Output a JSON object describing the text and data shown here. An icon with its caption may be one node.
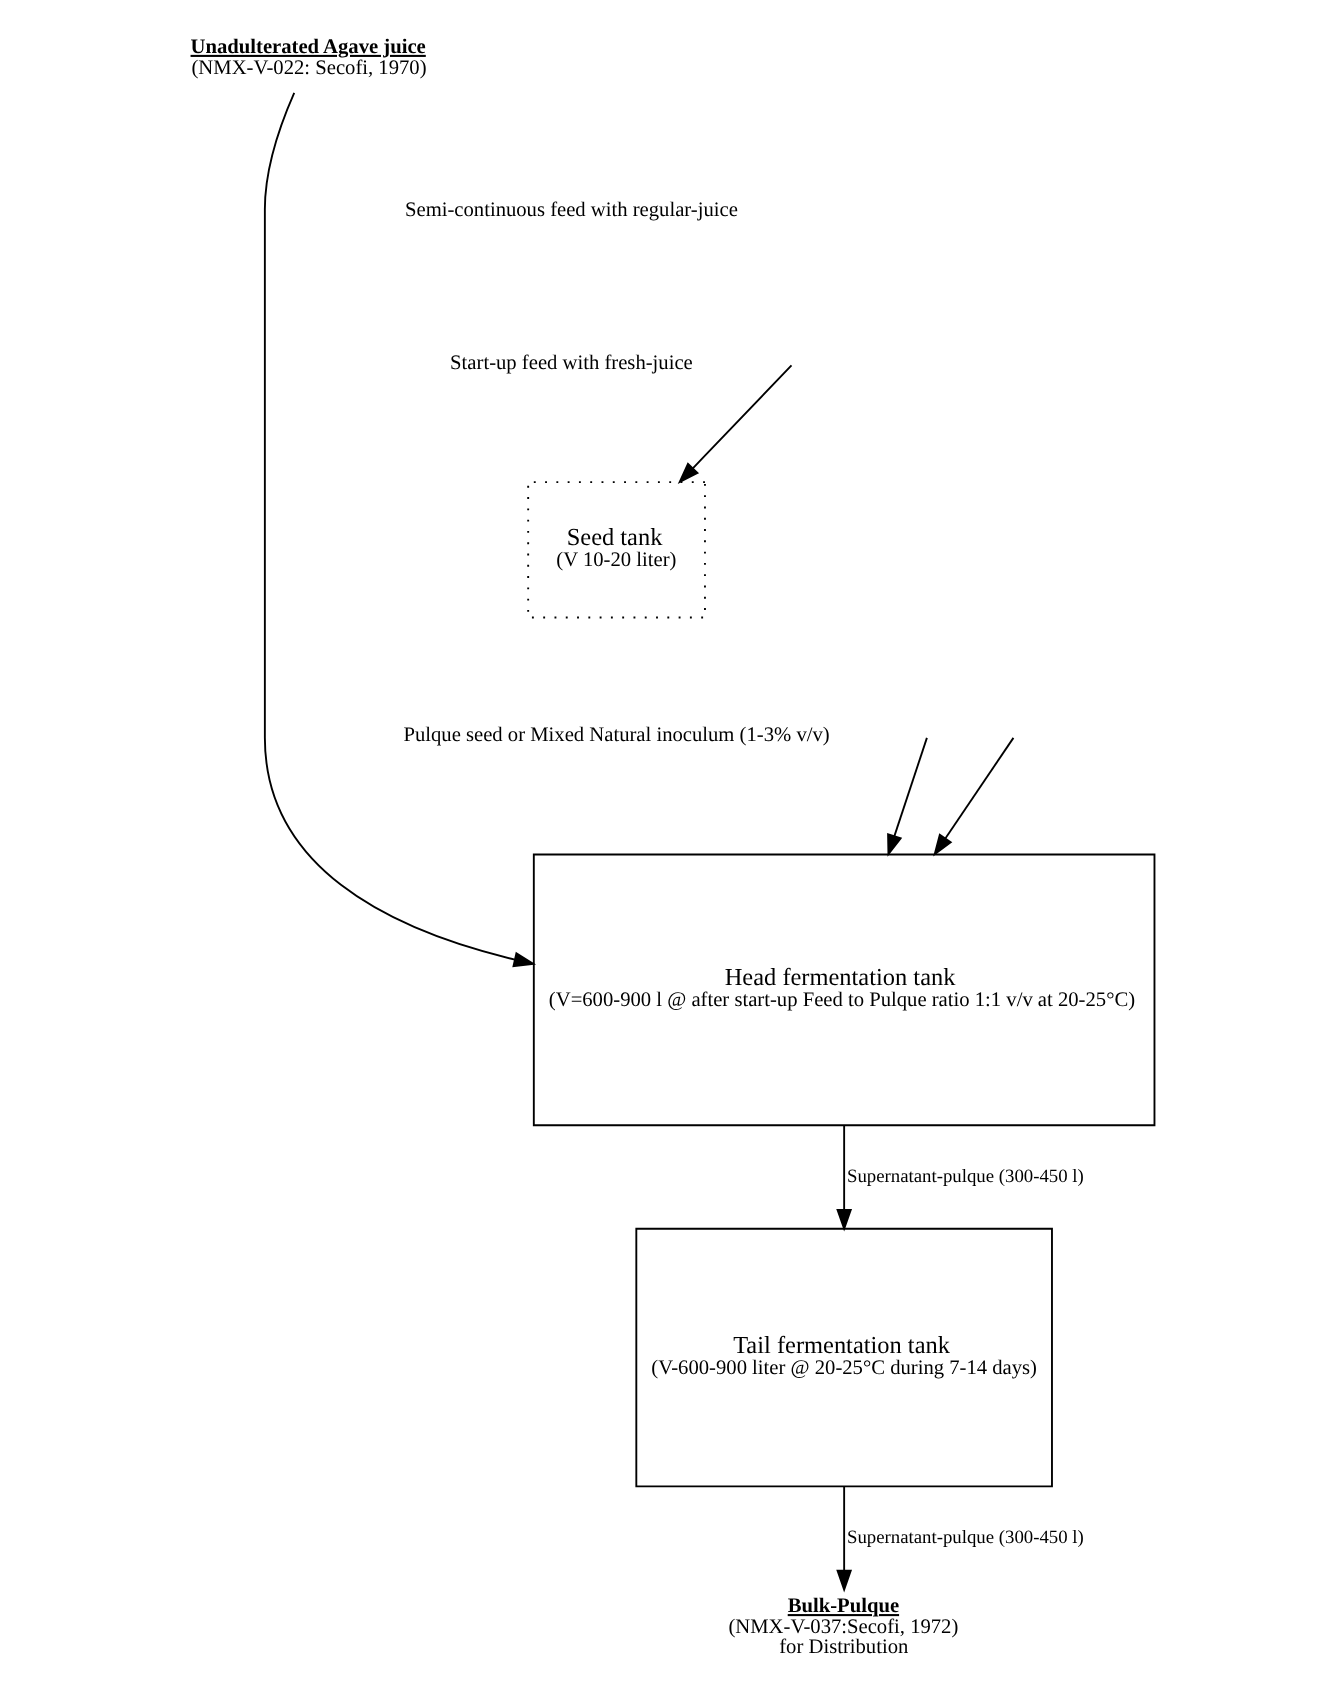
{
  "diagram": {
    "nodes": [
      {
        "text": [
          "Unadulterated Agave juice",
          "(NMX-V-022: Secofi, 1970)"
        ]
      },
      {
        "text": [
          "Seed tank",
          "(V 10-20 liter)"
        ]
      },
      {
        "text": [
          "Head fermentation tank",
          "(V=600-900 l @ after start-up Feed to Pulque ratio 1:1 v/v at 20-25°C)"
        ]
      },
      {
        "text": [
          "Tail fermentation tank",
          "(V-600-900 liter @ 20-25°C during 7-14 days)"
        ]
      },
      {
        "text": [
          "Bulk-Pulque",
          "(NMX-V-037:Secofi, 1972)",
          "for Distribution"
        ]
      }
    ],
    "edges": [
      {
        "from": 0,
        "to": 2,
        "arrow": "to"
      },
      {
        "from": null,
        "to": 1,
        "arrow": "to"
      },
      {
        "from": null,
        "to": 2,
        "arrow": "to"
      },
      {
        "from": null,
        "to": 2,
        "arrow": "to"
      },
      {
        "from": 2,
        "to": 3,
        "arrow": "to",
        "label": "Supernatant-pulque (300-450 l)"
      },
      {
        "from": 3,
        "to": 4,
        "arrow": "to",
        "label": "Supernatant-pulque (300-450 l)"
      }
    ],
    "labels": [
      "Semi-continuous feed with regular-juice",
      "Start-up feed with fresh-juice",
      "Pulque seed or Mixed Natural inoculum (1-3% v/v)"
    ]
  }
}
